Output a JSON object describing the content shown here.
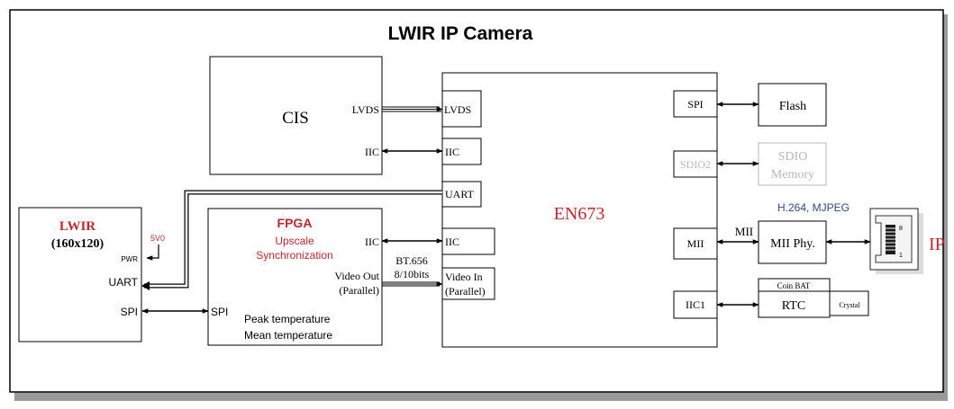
{
  "title": "LWIR IP Camera",
  "colors": {
    "red": "#c0272d",
    "blue": "#2b4c7e",
    "grey": "#b8b8b8",
    "line": "#000000"
  },
  "cis": {
    "title": "CIS",
    "port_lvds": "LVDS",
    "port_iic": "IIC"
  },
  "lwir": {
    "title": "LWIR",
    "resolution": "(160x120)",
    "pwr": "PWR",
    "voltage": "5V0",
    "port_uart": "UART",
    "port_spi": "SPI"
  },
  "fpga": {
    "title": "FPGA",
    "line1": "Upscale",
    "line2": "Synchronization",
    "port_iic": "IIC",
    "port_spi": "SPI",
    "video_out": "Video Out",
    "video_out_sub": "(Parallel)",
    "note1": "Peak temperature",
    "note2": "Mean temperature"
  },
  "bus": {
    "bt656": "BT.656",
    "bits": "8/10bits",
    "mii": "MII"
  },
  "en673": {
    "title": "EN673",
    "port_lvds": "LVDS",
    "port_iic": "IIC",
    "port_uart": "UART",
    "port_iic2": "IIC",
    "video_in": "Video In",
    "video_in_sub": "(Parallel)",
    "port_spi": "SPI",
    "port_sdio2": "SDIO2",
    "port_mii": "MII",
    "port_iic1": "IIC1"
  },
  "flash": "Flash",
  "sdio_memory": {
    "line1": "SDIO",
    "line2": "Memory"
  },
  "codec": "H.264, MJPEG",
  "mii_phy": "MII Phy.",
  "rtc": {
    "coin_bat": "Coin BAT",
    "label": "RTC",
    "crystal": "Crystal"
  },
  "ip": {
    "label": "IP",
    "pin8": "8",
    "pin1": "1"
  }
}
